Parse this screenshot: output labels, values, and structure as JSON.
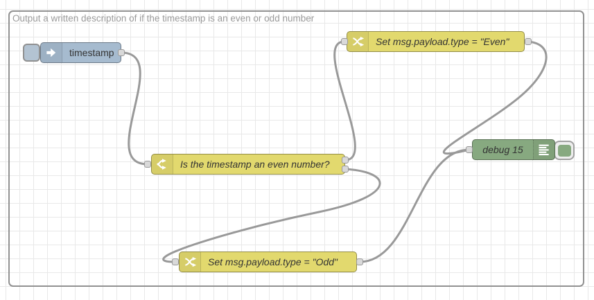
{
  "group": {
    "label": "Output a written description of if the timestamp is an even or odd number"
  },
  "nodes": {
    "inject": {
      "label": "timestamp",
      "type": "inject",
      "color": "#a6bbcf",
      "icon": "inject-arrow-icon"
    },
    "switch": {
      "label": "Is the timestamp an even number?",
      "type": "switch",
      "color": "#e2d96e",
      "icon": "switch-fork-icon",
      "outputs": 2
    },
    "change_even": {
      "label": "Set msg.payload.type = \"Even\"",
      "type": "change",
      "color": "#e2d96e",
      "icon": "change-shuffle-icon"
    },
    "change_odd": {
      "label": "Set msg.payload.type = \"Odd\"",
      "type": "change",
      "color": "#e2d96e",
      "icon": "change-shuffle-icon"
    },
    "debug": {
      "label": "debug 15",
      "type": "debug",
      "color": "#87a980",
      "icon": "debug-lines-icon"
    }
  },
  "wires": [
    {
      "from": "timestamp",
      "to": "Is the timestamp an even number?"
    },
    {
      "from": "Is the timestamp an even number? (output 1)",
      "to": "Set msg.payload.type = \"Even\""
    },
    {
      "from": "Is the timestamp an even number? (output 2)",
      "to": "Set msg.payload.type = \"Odd\""
    },
    {
      "from": "Set msg.payload.type = \"Even\"",
      "to": "debug 15"
    },
    {
      "from": "Set msg.payload.type = \"Odd\"",
      "to": "debug 15"
    }
  ],
  "colors": {
    "wire": "#999999",
    "grid": "#e8e8e8",
    "group_border": "#919191",
    "group_label": "#9a9a9a",
    "node_border": "rgba(0,0,0,0.35)",
    "node_label": "#333333",
    "port_fill": "#d9d9d9",
    "port_stroke": "#999999",
    "inject_fill": "#a6bbcf",
    "function_fill": "#e2d96e",
    "debug_fill": "#87a980"
  }
}
